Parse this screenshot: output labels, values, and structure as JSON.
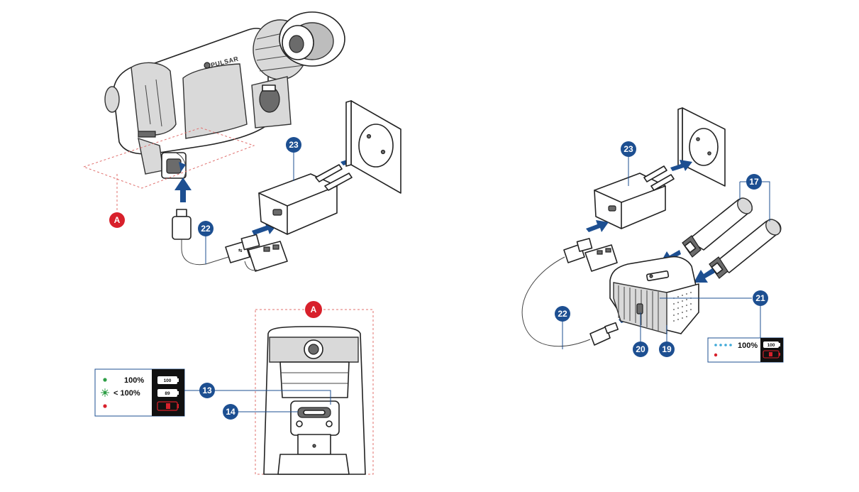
{
  "brand": "PULSAR",
  "callouts": {
    "c23_left": "23",
    "c22_left": "22",
    "c_a_top": "A",
    "c_a_detail": "A",
    "c13": "13",
    "c14": "14",
    "c23_right": "23",
    "c17": "17",
    "c21": "21",
    "c22_right": "22",
    "c20": "20",
    "c19": "19"
  },
  "legend_left": {
    "rows": [
      {
        "indicator": "green-dot",
        "label": "100%",
        "battery": "100"
      },
      {
        "indicator": "green-blink",
        "label": "< 100%",
        "battery": "89"
      },
      {
        "indicator": "red-dot",
        "label": "",
        "battery": ""
      }
    ]
  },
  "legend_right": {
    "rows": [
      {
        "indicator": "blue-dots",
        "label": "100%",
        "battery": "100"
      },
      {
        "indicator": "red-dot",
        "label": "",
        "battery": ""
      }
    ]
  },
  "colors": {
    "callout_blue": "#1d4f91",
    "callout_red": "#d8202b",
    "led_green": "#2e9e46",
    "led_red": "#d8202b",
    "led_blue": "#3fa9d8"
  }
}
